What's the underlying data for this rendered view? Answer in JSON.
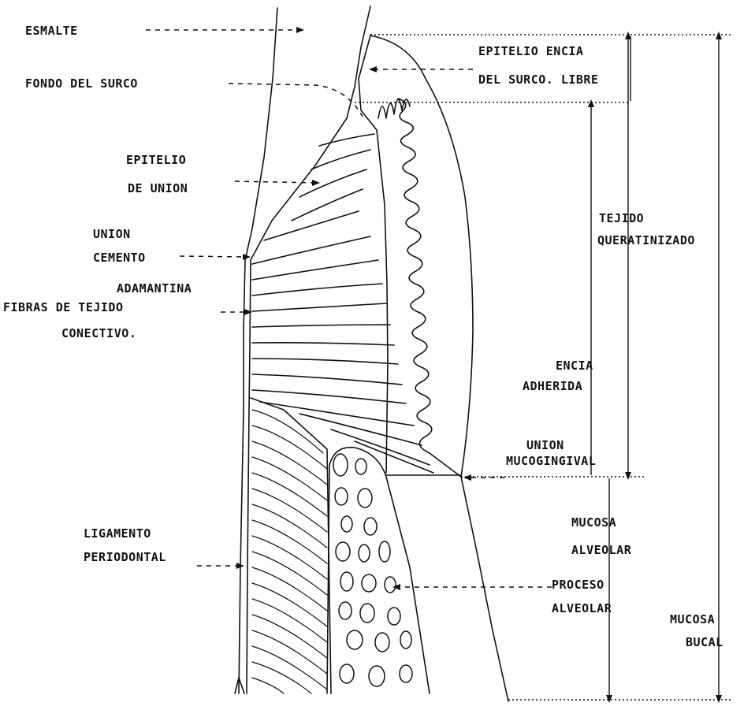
{
  "labels": {
    "esmalte": "ESMALTE",
    "fondo_surco": "FONDO DEL SURCO",
    "epitelio_union_1": "EPITELIO",
    "epitelio_union_2": "DE UNION",
    "union_cemento_1": "UNION",
    "union_cemento_2": "CEMENTO",
    "union_cemento_3": "ADAMANTINA",
    "fibras_1": "FIBRAS DE TEJIDO",
    "fibras_2": "CONECTIVO.",
    "ligamento_1": "LIGAMENTO",
    "ligamento_2": "PERIODONTAL",
    "epitelio_encia_1": "EPITELIO ENCIA",
    "epitelio_encia_2": "DEL SURCO. LIBRE",
    "tejido_1": "TEJIDO",
    "tejido_2": "QUERATINIZADO",
    "encia_adherida_1": "ENCIA",
    "encia_adherida_2": "ADHERIDA",
    "union_muco_1": "UNION",
    "union_muco_2": "MUCOGINGIVAL",
    "mucosa_alveolar_1": "MUCOSA",
    "mucosa_alveolar_2": "ALVEOLAR",
    "proceso_1": "PROCESO",
    "proceso_2": "ALVEOLAR",
    "mucosa_bucal_1": "MUCOSA",
    "mucosa_bucal_2": "BUCAL"
  },
  "colors": {
    "ink": "#111111"
  }
}
